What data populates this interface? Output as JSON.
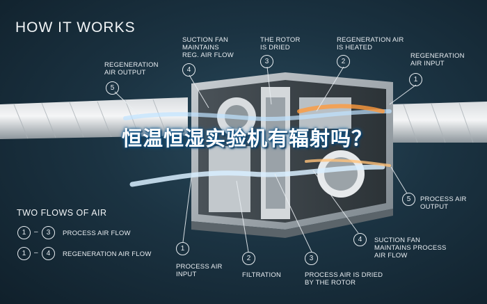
{
  "heading": "HOW IT WORKS",
  "flows": {
    "title": "TWO FLOWS OF AIR",
    "rows": [
      {
        "from": "1",
        "to": "3",
        "label": "PROCESS AIR FLOW"
      },
      {
        "from": "1",
        "to": "4",
        "label": "REGENERATION AIR FLOW"
      }
    ]
  },
  "callouts_top": [
    {
      "num": "5",
      "label": "REGENERATION\nAIR OUTPUT"
    },
    {
      "num": "4",
      "label": "SUCTION FAN\nMAINTAINS\nREG. AIR FLOW"
    },
    {
      "num": "3",
      "label": "THE ROTOR\nIS DRIED"
    },
    {
      "num": "2",
      "label": "REGENERATION AIR\nIS HEATED"
    },
    {
      "num": "1",
      "label": "REGENERATION\nAIR INPUT"
    }
  ],
  "callouts_bottom": [
    {
      "num": "1",
      "label": "PROCESS AIR\nINPUT"
    },
    {
      "num": "2",
      "label": "FILTRATION"
    },
    {
      "num": "3",
      "label": "PROCESS AIR IS DRIED\nBY THE ROTOR"
    },
    {
      "num": "4",
      "label": "SUCTION FAN\nMAINTAINS PROCESS\nAIR FLOW"
    },
    {
      "num": "5",
      "label": "PROCESS AIR\nOUTPUT"
    }
  ],
  "overlay_title": "恒温恒湿实验机有辐射吗？",
  "colors": {
    "background": "#1b3342",
    "text": "#e9eef2",
    "overlay_glow": "#1b6fb0"
  }
}
